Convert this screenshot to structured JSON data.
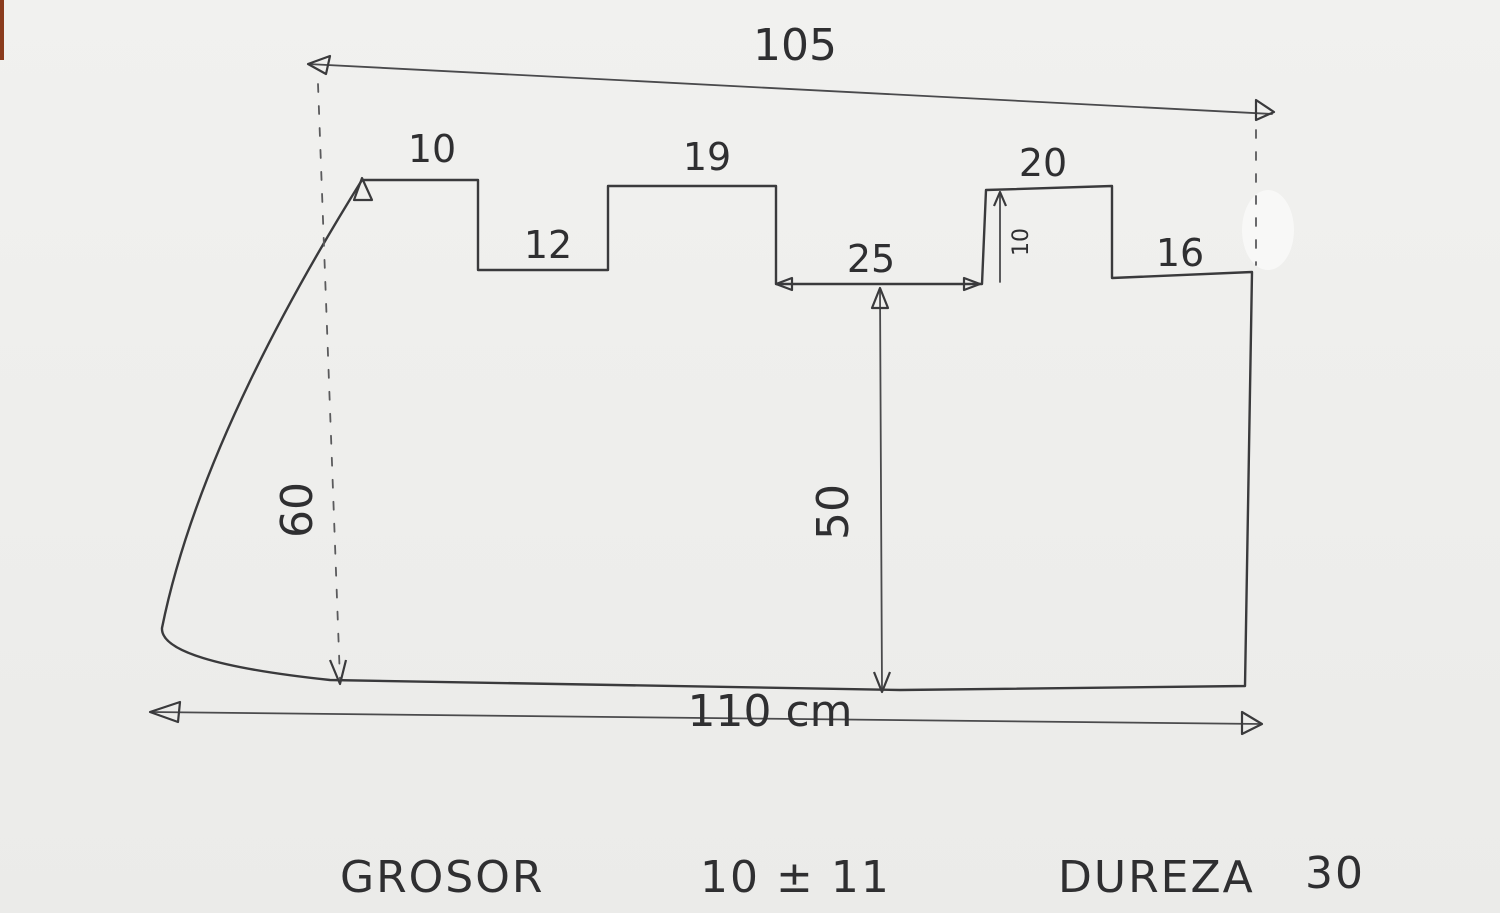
{
  "diagram": {
    "dimensions": {
      "top_total": "105",
      "bottom_total": "110 cm",
      "left_height": "60",
      "notch_height": "50",
      "step_1_width": "10",
      "step_1_depth": "12",
      "step_2_width": "19",
      "gap_width": "25",
      "step_3_width": "20",
      "step_3_depth": "10",
      "right_width": "16"
    },
    "footer": {
      "grosor_label": "GROSOR",
      "grosor_value": "10 ± 11",
      "dureza_label": "DUREZA",
      "dureza_value": "30"
    }
  }
}
